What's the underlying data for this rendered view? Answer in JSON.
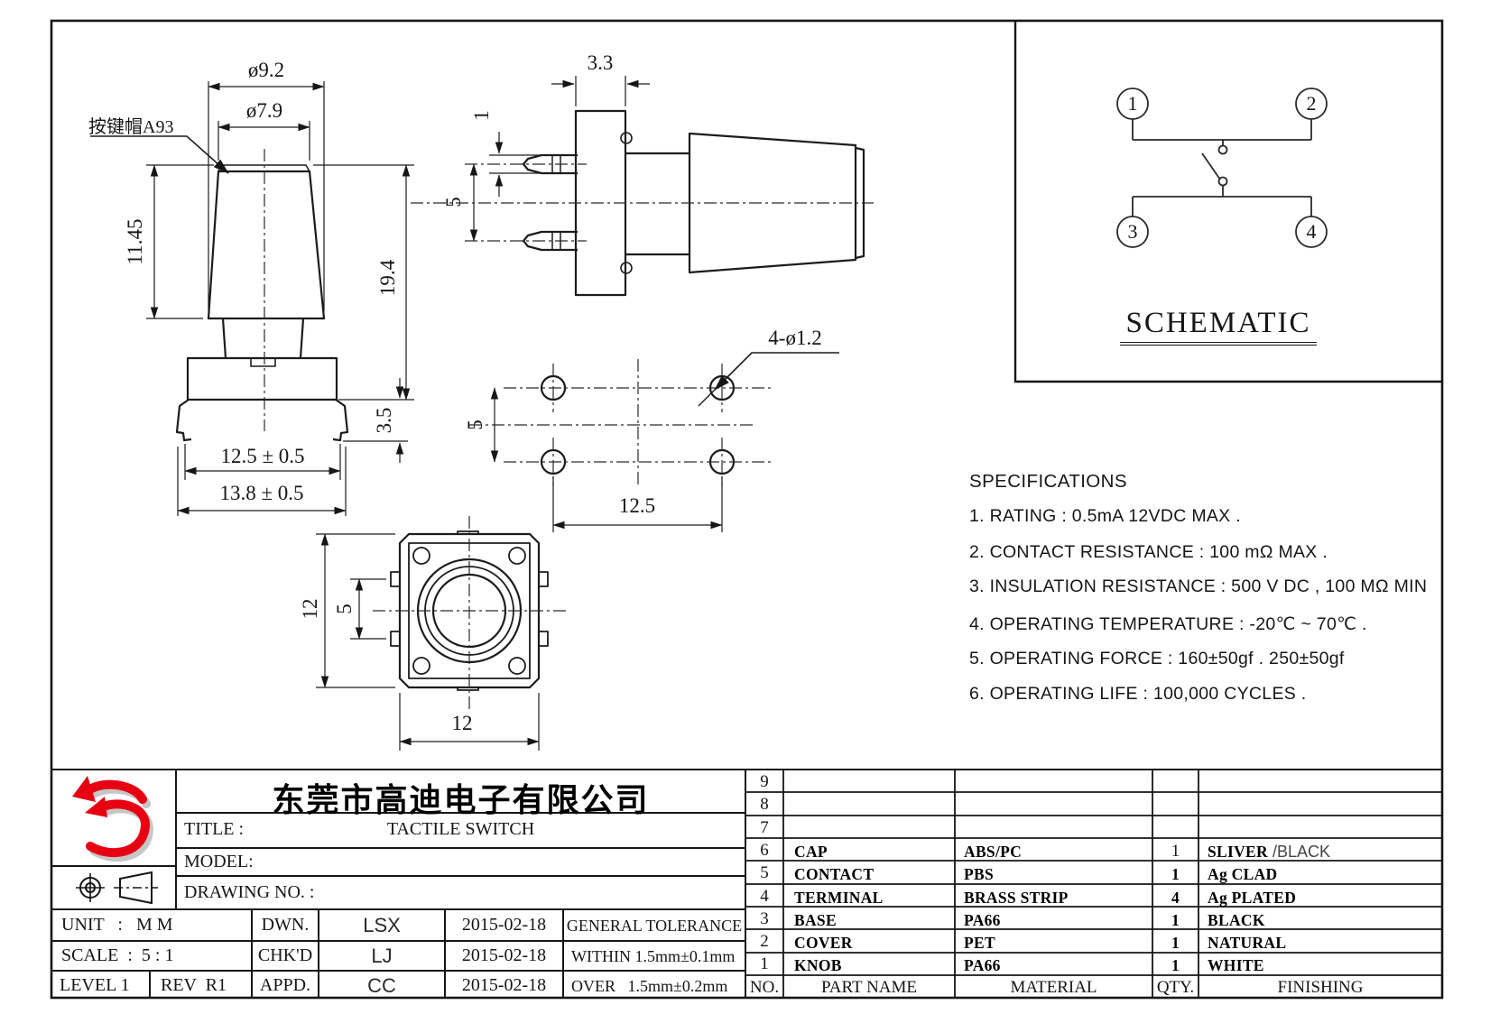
{
  "colors": {
    "ink": "#161616",
    "logo_red": "#e60012"
  },
  "drawing": {
    "front_view": {
      "cap_label": "按键帽A93",
      "dia_outer": "ø9.2",
      "dia_inner": "ø7.9",
      "cap_height": "11.45",
      "total_height": "19.4",
      "clip_height": "3.5",
      "pitch_width": "12.5 ± 0.5",
      "overall_width": "13.8 ± 0.5"
    },
    "side_view": {
      "base_thickness": "3.3",
      "pin_width": "1",
      "pin_pitch": "5"
    },
    "pcb_layout": {
      "hole_callout": "4-ø1.2",
      "pitch_v": "5",
      "pitch_h": "12.5"
    },
    "top_view": {
      "body_height": "12",
      "tab_pitch": "5",
      "body_width": "12"
    },
    "schematic": {
      "title": "SCHEMATIC",
      "pins": [
        "1",
        "2",
        "3",
        "4"
      ]
    }
  },
  "specifications": {
    "title": "SPECIFICATIONS",
    "items": [
      "1. RATING : 0.5mA 12VDC MAX .",
      "2. CONTACT RESISTANCE : 100 mΩ MAX .",
      "3. INSULATION RESISTANCE : 500 V DC , 100 MΩ MIN",
      "4. OPERATING TEMPERATURE : -20℃ ~ 70℃ .",
      "5. OPERATING FORCE : 160±50gf . 250±50gf",
      "6. OPERATING LIFE : 100,000 CYCLES ."
    ]
  },
  "title_block": {
    "company": "东莞市高迪电子有限公司",
    "title_label": "TITLE :",
    "title_value": "TACTILE SWITCH",
    "model_label": "MODEL:",
    "drawing_no_label": "DRAWING NO. :",
    "unit": "UNIT   :   M M",
    "scale": "SCALE  :  5 : 1",
    "level": "LEVEL 1",
    "rev": "REV  R1",
    "rows": [
      {
        "role": "DWN.",
        "name": "LSX",
        "date": "2015-02-18"
      },
      {
        "role": "CHK'D",
        "name": "LJ",
        "date": "2015-02-18"
      },
      {
        "role": "APPD.",
        "name": "CC",
        "date": "2015-02-18"
      }
    ],
    "tolerance": {
      "header": "GENERAL TOLERANCE",
      "within": "WITHIN 1.5mm±0.1mm",
      "over": "OVER   1.5mm±0.2mm"
    }
  },
  "parts_table": {
    "headers": {
      "no": "NO.",
      "part_name": "PART NAME",
      "material": "MATERIAL",
      "qty": "QTY.",
      "finishing": "FINISHING"
    },
    "rows": [
      {
        "no": "9",
        "part_name": "",
        "material": "",
        "qty": "",
        "finishing": "",
        "finishing2": ""
      },
      {
        "no": "8",
        "part_name": "",
        "material": "",
        "qty": "",
        "finishing": "",
        "finishing2": ""
      },
      {
        "no": "7",
        "part_name": "",
        "material": "",
        "qty": "",
        "finishing": "",
        "finishing2": ""
      },
      {
        "no": "6",
        "part_name": "CAP",
        "material": "ABS/PC",
        "qty": "1",
        "finishing": "SLIVER",
        "finishing2": " /BLACK"
      },
      {
        "no": "5",
        "part_name": "CONTACT",
        "material": "PBS",
        "qty": "1",
        "finishing": "Ag CLAD",
        "finishing2": ""
      },
      {
        "no": "4",
        "part_name": "TERMINAL",
        "material": "BRASS STRIP",
        "qty": "4",
        "finishing": "Ag PLATED",
        "finishing2": ""
      },
      {
        "no": "3",
        "part_name": "BASE",
        "material": "PA66",
        "qty": "1",
        "finishing": "BLACK",
        "finishing2": ""
      },
      {
        "no": "2",
        "part_name": "COVER",
        "material": "PET",
        "qty": "1",
        "finishing": "NATURAL",
        "finishing2": ""
      },
      {
        "no": "1",
        "part_name": "KNOB",
        "material": "PA66",
        "qty": "1",
        "finishing": "WHITE",
        "finishing2": ""
      }
    ]
  }
}
